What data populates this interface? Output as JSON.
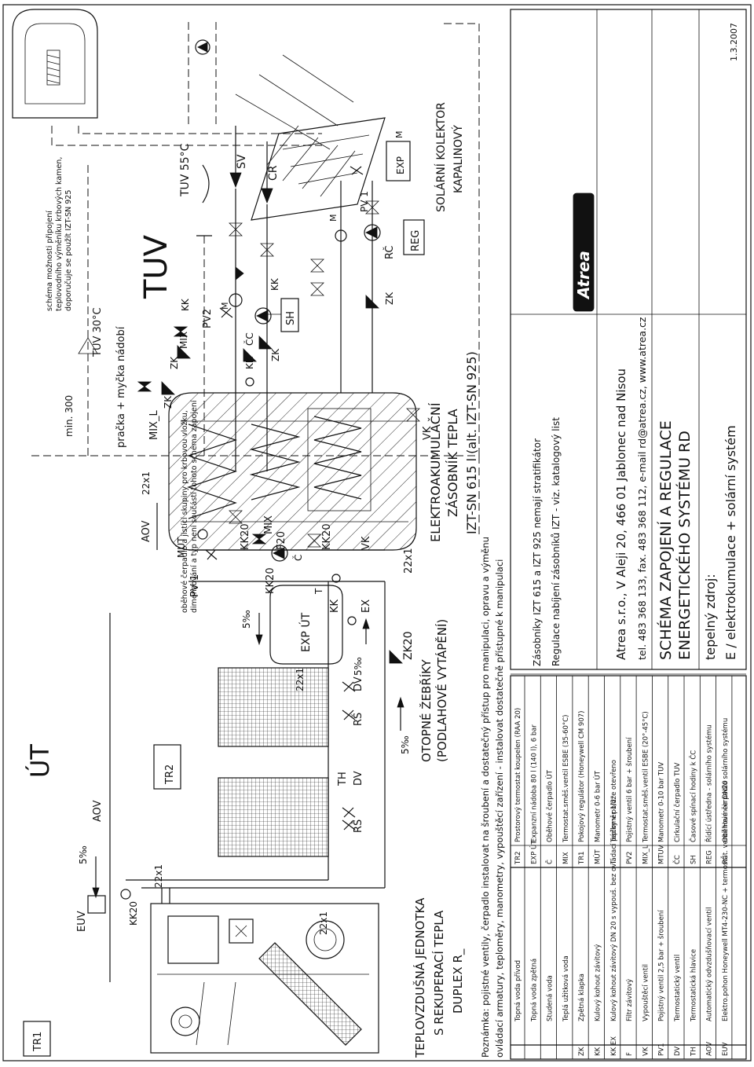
{
  "labels": {
    "tr1": "TR1",
    "tr2": "TR2",
    "ut": "ÚT",
    "tuv": "TUV",
    "tuv30": "TUV 30°C",
    "tuv55": "TUV 55°C",
    "min300": "min. 300",
    "pracka": "pračka + myčka nádobí",
    "sv": "SV",
    "cr": "CR",
    "sh": "SH",
    "reg": "REG",
    "exp": "EXP",
    "m": "M",
    "pv1": "PV 1",
    "pv2": "PV2",
    "rc": "RČ",
    "zk": "ZK",
    "kk": "KK",
    "mix": "MIX",
    "mixl": "MIX_L",
    "cc": "ČC",
    "aov": "AOV",
    "size22": "22x1",
    "kk20": "KK20",
    "f20": "F20",
    "c": "Č",
    "t": "T",
    "mut": "MÚT",
    "exp_ut": "EXP ÚT",
    "ex": "EX",
    "vk": "VK",
    "dv": "DV",
    "rs": "RŠ",
    "th": "TH",
    "zk20": "ZK20",
    "slope": "5‰",
    "euv": "EUV",
    "note_fireplace": [
      "schéma možnosti připojení",
      "teplovodního výměníku krbových kamen,",
      "doporučuje se použít IZT-SN 925"
    ],
    "note_pump": [
      "oběhové čerpadlo a jistící skupiny pro krbovou vložku,",
      "dimenzování a typ není součástí tohoto schéma zapojení"
    ],
    "tank": [
      "ELEKTROAKUMULAČNÍ",
      "ZÁSOBNÍK TEPLA",
      "IZT-SN 615 l (alt. IZT-SN 925)"
    ],
    "solar": [
      "SOLÁRNÍ KOLEKTOR",
      "KAPALINOVÝ"
    ],
    "radiator": [
      "OTOPNÉ ŽEBŘÍKY",
      "(PODLAHOVÉ VYTÁPĚNÍ)"
    ],
    "unit": [
      "TEPLOVZDUŠNÁ JEDNOTKA",
      "S REKUPERACÍ TEPLA",
      "DUPLEX R_"
    ]
  },
  "notes": [
    "Poznámka: pojistné ventily, čerpadlo instalovat na šroubení a dostatečný přístup pro manipulaci, opravu a výměnu",
    "ovládací armatury, teploměry, manometry, vypouštěcí zařízení - instalovat dostatečně přístupné k manipulaci"
  ],
  "legend": {
    "left": [
      {
        "code": "",
        "text": "Topná voda přívod"
      },
      {
        "code": "",
        "text": "Topná voda zpětná"
      },
      {
        "code": "",
        "text": "Studená voda"
      },
      {
        "code": "",
        "text": "Teplá užitková voda"
      },
      {
        "code": "ZK",
        "text": "Zpětná klapka"
      },
      {
        "code": "KK",
        "text": "Kulový kohout závitový"
      },
      {
        "code": "KK EX",
        "text": "Kulový kohout závitový DN 20 s vypouš. bez ovládací páčky v poloze otevřeno"
      },
      {
        "code": "F",
        "text": "Filtr závitový"
      },
      {
        "code": "VK",
        "text": "Vypouštěcí ventil"
      },
      {
        "code": "PV1",
        "text": "Pojistný ventil 2,5 bar + šroubení"
      },
      {
        "code": "DV",
        "text": "Termostatický ventil"
      },
      {
        "code": "TH",
        "text": "Termostatická hlavice"
      },
      {
        "code": "AOV",
        "text": "Automatický odvzdušňovací ventil"
      },
      {
        "code": "EUV",
        "text": "Elektro.pohon Honeywell MT4-230-NC + termostat. ventil Heimeir DN20"
      }
    ],
    "right": [
      {
        "code": "TR2",
        "text": "Prostorový termostat koupelen (RAA 20)"
      },
      {
        "code": "EXP ÚT",
        "text": "Expanzní nádoba 80 l (140 l), 6 bar"
      },
      {
        "code": "Č",
        "text": "Oběhové čerpadlo ÚT"
      },
      {
        "code": "MIX",
        "text": "Termostat.směš.ventil ESBE (35-60°C)"
      },
      {
        "code": "TR1",
        "text": "Pokojový regulátor (Honeywell CM 907)"
      },
      {
        "code": "MÚT",
        "text": "Manometr 0-6 bar ÚT"
      },
      {
        "code": "T",
        "text": "Teploměr 1/2\""
      },
      {
        "code": "PV2",
        "text": "Pojistný ventil 6 bar + šroubení"
      },
      {
        "code": "MIX_L",
        "text": "Termostat.směš.ventil ESBE (20°-45°C)"
      },
      {
        "code": "MTUV",
        "text": "Manometr 0-10 bar TUV"
      },
      {
        "code": "ČC",
        "text": "Cirkulační čerpadlo TUV"
      },
      {
        "code": "SH",
        "text": "Časové spínací hodiny k ČC"
      },
      {
        "code": "REG",
        "text": "Řídící ústředna - solárního systému"
      },
      {
        "code": "RČ",
        "text": "Oběhové čerpadlo solárního systému"
      }
    ]
  },
  "title_block": {
    "storage": "Zásobníky IZT 615 a IZT 925 nemají stratifikátor",
    "regulation": "Regulace nabíjení zásobníků IZT - viz. katalogový list",
    "logo": "Atrea",
    "company": "Atrea s.r.o., V Aleji 20, 466 01 Jablonec nad Nisou",
    "contact": "tel. 483 368 133, fax. 483 368 112, e-mail rd@atrea.cz, www.atrea.cz",
    "title1": "SCHÉMA ZAPOJENÍ A REGULACE",
    "title2": "ENERGETICKÉHO SYSTÉMU RD",
    "source_label": "tepelný zdroj:",
    "source": "E / elektrokumulace + solární systém",
    "date": "1.3.2007"
  }
}
